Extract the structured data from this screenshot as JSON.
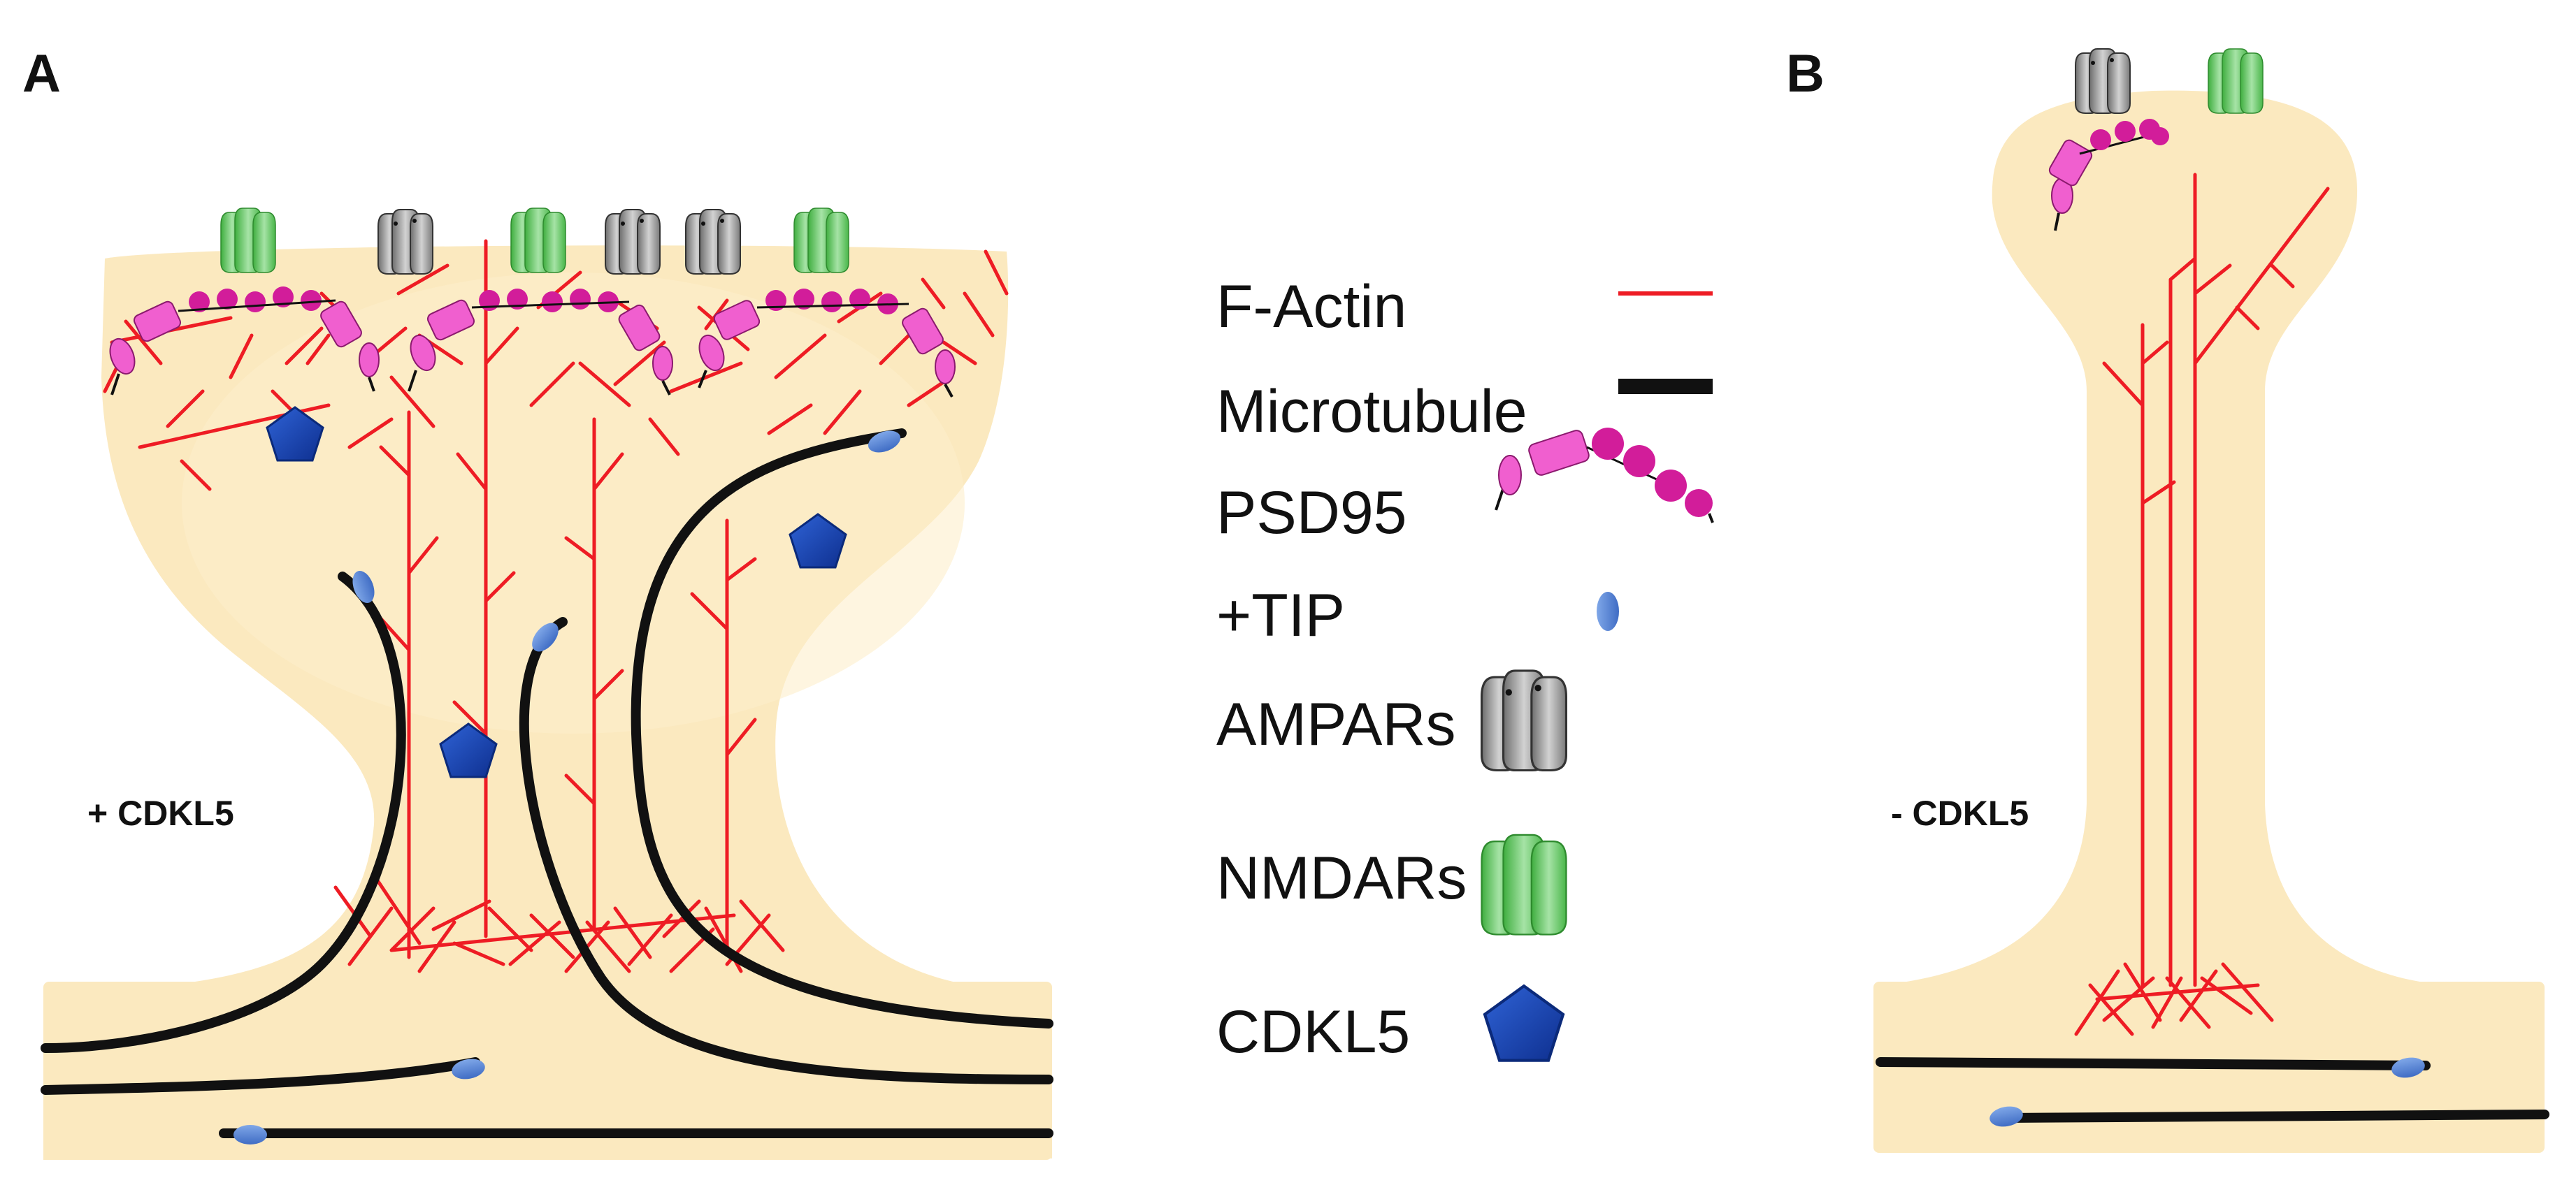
{
  "panels": {
    "a": {
      "letter": "A",
      "condition": "+ CDKL5"
    },
    "b": {
      "letter": "B",
      "condition": "- CDKL5"
    }
  },
  "legend": [
    {
      "label": "F-Actin",
      "symbol": "red-line-icon"
    },
    {
      "label": "Microtubule",
      "symbol": "black-bar-icon"
    },
    {
      "label": "PSD95",
      "symbol": "psd95-chain-icon"
    },
    {
      "label": "+TIP",
      "symbol": "blue-oval-icon"
    },
    {
      "label": "AMPARs",
      "symbol": "gray-receptor-icon"
    },
    {
      "label": "NMDARs",
      "symbol": "green-receptor-icon"
    },
    {
      "label": "CDKL5",
      "symbol": "blue-pentagon-icon"
    }
  ],
  "colors": {
    "cytoplasm": "#fbe9bf",
    "actin": "#ee1c24",
    "microtubule": "#111111",
    "psd95_light": "#f05fcf",
    "psd95_dark": "#d21d9a",
    "tip": "#5b86d4",
    "ampar": "#a6a6a6",
    "nmdar": "#6fc36f",
    "cdkl5": "#1745b5"
  }
}
